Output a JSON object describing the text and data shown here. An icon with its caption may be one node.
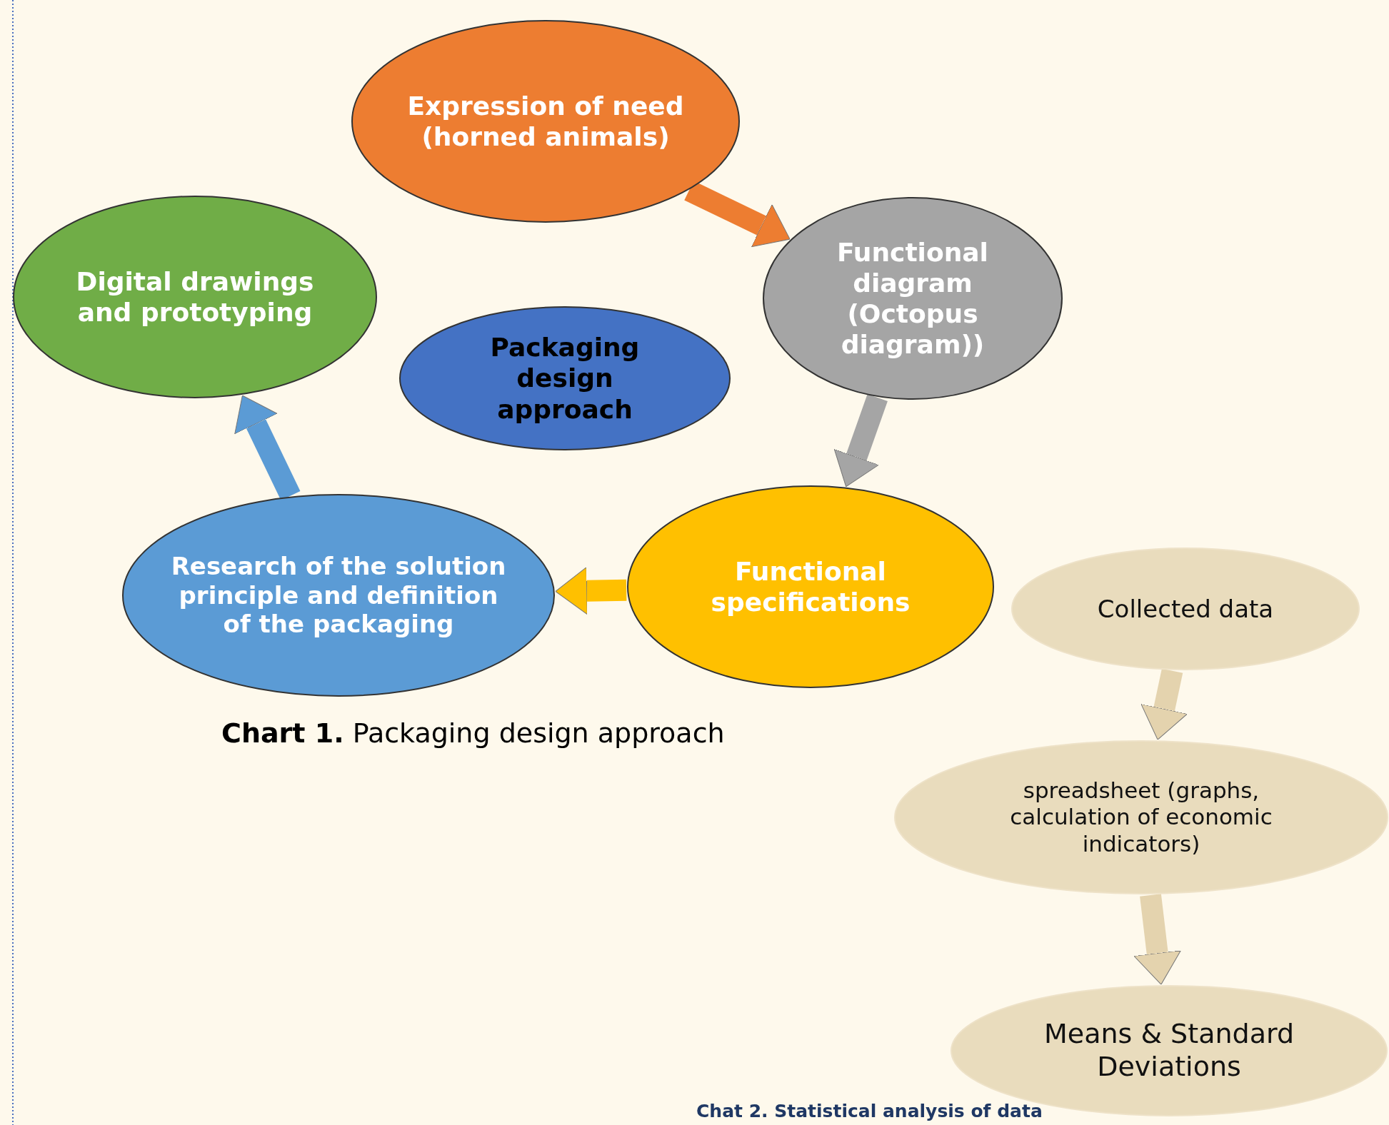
{
  "diagram": {
    "caption": "**Chart 1.** Packaging design approach",
    "nodes": [
      {
        "text": [
          "Expression of need (horned animals)"
        ]
      },
      {
        "text": [
          "Functional diagram (Octopus diagram))"
        ]
      },
      {
        "text": [
          "Functional specifications"
        ]
      },
      {
        "text": [
          "Research of the solution principle and definition of the packaging"
        ]
      },
      {
        "text": [
          "Digital drawings and prototyping"
        ]
      },
      {
        "text": [
          "Packaging design approach"
        ]
      },
      {
        "text": [
          "Collected data"
        ]
      },
      {
        "text": [
          "spreadsheet (graphs, calculation of economic indicators)"
        ]
      },
      {
        "text": [
          "Means & Standard Deviations"
        ]
      }
    ],
    "edges": [
      {
        "from": 0,
        "to": 1,
        "arrow": "to",
        "color": "#ed7d31"
      },
      {
        "from": 1,
        "to": 2,
        "arrow": "to",
        "color": "#a5a5a5"
      },
      {
        "from": 2,
        "to": 3,
        "arrow": "to",
        "color": "#ffc000"
      },
      {
        "from": 3,
        "to": 4,
        "arrow": "to",
        "color": "#5b9bd5"
      },
      {
        "from": 6,
        "to": 7,
        "arrow": "to",
        "color": "#e4d3ae"
      },
      {
        "from": 7,
        "to": 8,
        "arrow": "to",
        "color": "#e4d3ae"
      }
    ],
    "labels": [
      "Chat 2. Statistical analysis of data"
    ]
  }
}
